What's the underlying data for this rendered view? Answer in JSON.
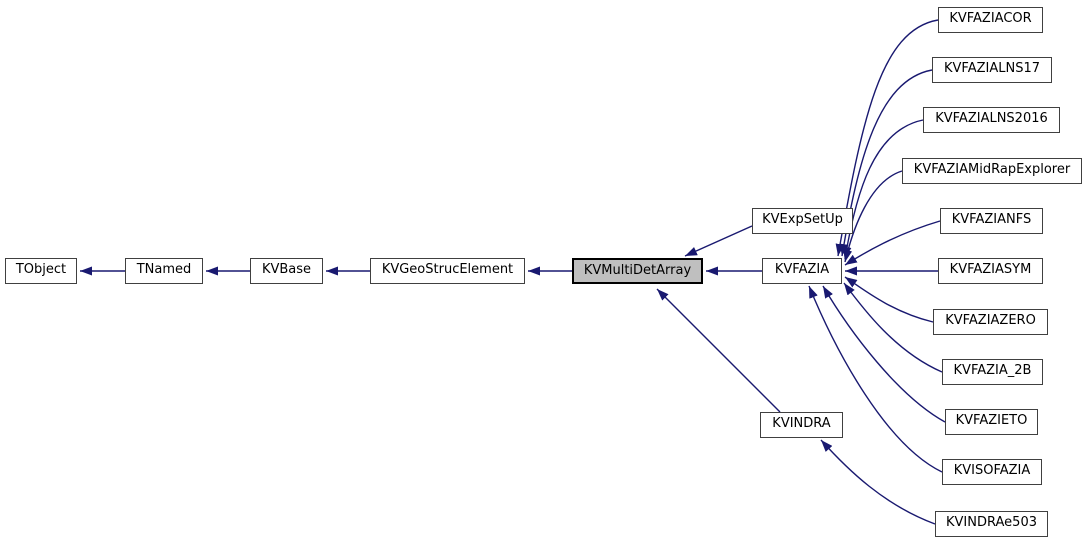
{
  "diagram": {
    "title": "KVMultiDetArray inheritance graph",
    "type": "class-inheritance-graph",
    "highlighted_node": "KVMultiDetArray",
    "colors": {
      "edge": "#191970",
      "node_border": "#404040",
      "highlight_fill": "#bfbfbf",
      "highlight_border": "#000000",
      "node_fill": "#ffffff",
      "background": "#ffffff"
    },
    "nodes": [
      {
        "label": "TObject"
      },
      {
        "label": "TNamed"
      },
      {
        "label": "KVBase"
      },
      {
        "label": "KVGeoStrucElement"
      },
      {
        "label": "KVMultiDetArray"
      },
      {
        "label": "KVExpSetUp"
      },
      {
        "label": "KVFAZIA"
      },
      {
        "label": "KVINDRA"
      },
      {
        "label": "KVFAZIACOR"
      },
      {
        "label": "KVFAZIALNS17"
      },
      {
        "label": "KVFAZIALNS2016"
      },
      {
        "label": "KVFAZIAMidRapExplorer"
      },
      {
        "label": "KVFAZIANFS"
      },
      {
        "label": "KVFAZIASYM"
      },
      {
        "label": "KVFAZIAZERO"
      },
      {
        "label": "KVFAZIA_2B"
      },
      {
        "label": "KVFAZIETO"
      },
      {
        "label": "KVISOFAZIA"
      },
      {
        "label": "KVINDRAe503"
      }
    ],
    "edges": [
      {
        "derived": "TNamed",
        "base": "TObject"
      },
      {
        "derived": "KVBase",
        "base": "TNamed"
      },
      {
        "derived": "KVGeoStrucElement",
        "base": "KVBase"
      },
      {
        "derived": "KVMultiDetArray",
        "base": "KVGeoStrucElement"
      },
      {
        "derived": "KVExpSetUp",
        "base": "KVMultiDetArray"
      },
      {
        "derived": "KVFAZIA",
        "base": "KVMultiDetArray"
      },
      {
        "derived": "KVINDRA",
        "base": "KVMultiDetArray"
      },
      {
        "derived": "KVFAZIACOR",
        "base": "KVFAZIA"
      },
      {
        "derived": "KVFAZIALNS17",
        "base": "KVFAZIA"
      },
      {
        "derived": "KVFAZIALNS2016",
        "base": "KVFAZIA"
      },
      {
        "derived": "KVFAZIAMidRapExplorer",
        "base": "KVFAZIA"
      },
      {
        "derived": "KVFAZIANFS",
        "base": "KVFAZIA"
      },
      {
        "derived": "KVFAZIASYM",
        "base": "KVFAZIA"
      },
      {
        "derived": "KVFAZIAZERO",
        "base": "KVFAZIA"
      },
      {
        "derived": "KVFAZIA_2B",
        "base": "KVFAZIA"
      },
      {
        "derived": "KVFAZIETO",
        "base": "KVFAZIA"
      },
      {
        "derived": "KVISOFAZIA",
        "base": "KVFAZIA"
      },
      {
        "derived": "KVINDRAe503",
        "base": "KVINDRA"
      }
    ]
  }
}
